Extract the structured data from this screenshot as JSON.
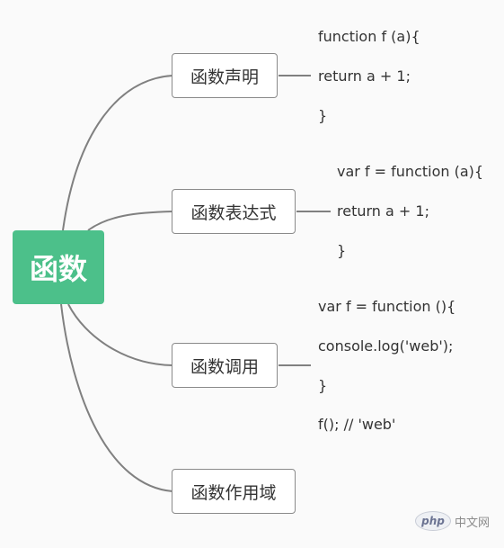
{
  "root": {
    "label": "函数"
  },
  "branches": [
    {
      "label": "函数声明",
      "code": [
        "function f (a){",
        "return a + 1;",
        "}"
      ]
    },
    {
      "label": "函数表达式",
      "code": [
        "var f = function (a){",
        "return a + 1;",
        "}"
      ]
    },
    {
      "label": "函数调用",
      "code": [
        "var f = function (){",
        "console.log('web');",
        "}",
        "f(); // 'web'"
      ]
    },
    {
      "label": "函数作用域",
      "code": []
    }
  ],
  "watermark": {
    "logo": "php",
    "text": "中文网"
  },
  "colors": {
    "root": "#4cc08a",
    "connector": "#808080",
    "node_border": "#8a8a8a"
  }
}
